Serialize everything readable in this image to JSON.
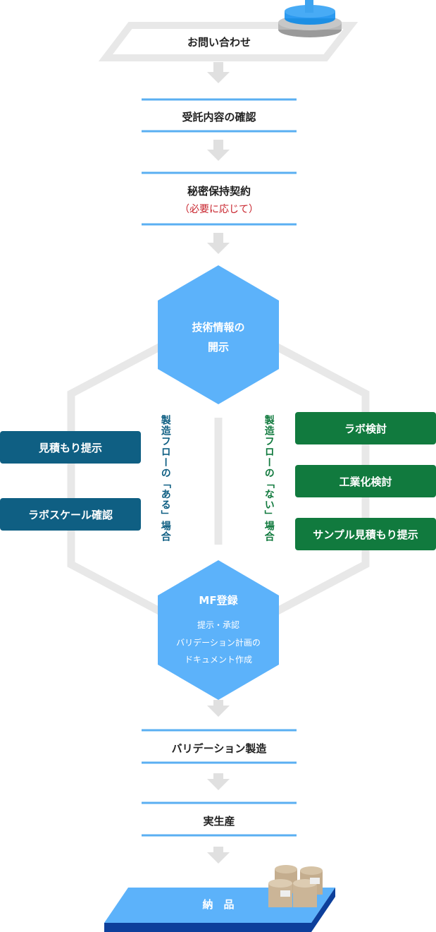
{
  "steps": {
    "inquiry": "お問い合わせ",
    "confirm": "受託内容の確認",
    "nda": "秘密保持契約",
    "nda_note": "（必要に応じて）",
    "tech_line1": "技術情報の",
    "tech_line2": "開示",
    "mf_title": "MF登録",
    "mf_line1": "提示・承認",
    "mf_line2": "バリデーション計画の",
    "mf_line3": "ドキュメント作成",
    "validation": "バリデーション製造",
    "production": "実生産",
    "delivery": "納　品"
  },
  "left_branch": {
    "label": "製造フローの「ある」場合",
    "items": [
      "見積もり提示",
      "ラボスケール確認"
    ]
  },
  "right_branch": {
    "label": "製造フローの「ない」場合",
    "items": [
      "ラボ検討",
      "工業化検討",
      "サンプル見積もり提示"
    ]
  },
  "colors": {
    "line_blue": "#5aaff2",
    "hex_blue": "#5cb2fa",
    "left_box": "#0f5f83",
    "right_box": "#117a3e",
    "note_red": "#c8232c",
    "gray": "#e8e8e8"
  }
}
